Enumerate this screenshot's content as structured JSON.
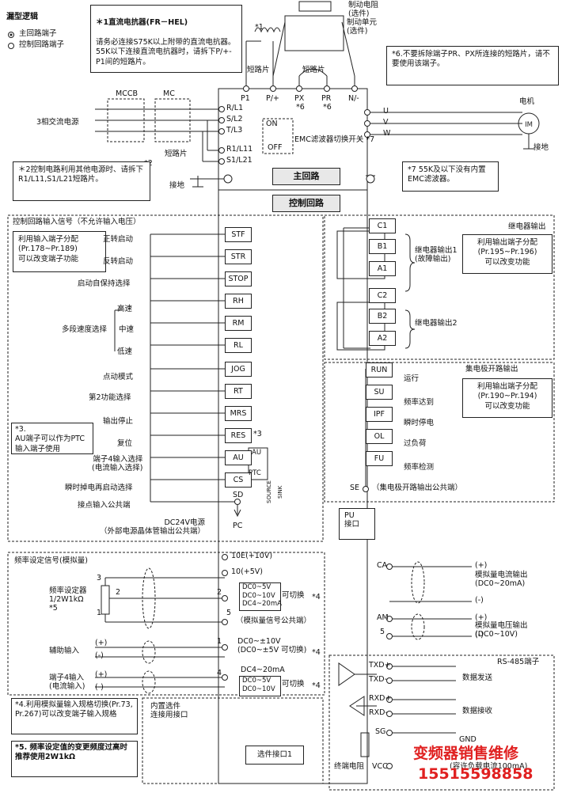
{
  "legend": {
    "title": "漏型逻辑",
    "main_terminal": "主回路端子",
    "control_terminal": "控制回路端子"
  },
  "top_notes": {
    "note1_title": "＊1直流电抗器(FR－HEL)",
    "note1_body": "请务必连接S75K以上附带的直流电抗器。\n55K以下连接直流电抗器时，请拆下P/+-P1间的短路片。",
    "brake_resistor": "制动电阻\n(选件)",
    "brake_unit": "制动单元\n(选件)",
    "note6": "*6.不要拆除端子PR、PX所连接的短路片，请不要使用该端子。"
  },
  "main_circuit": {
    "star1": "*1",
    "shorting_bar": "短路片",
    "shorting_bar2": "短路片",
    "p1": "P1",
    "p_plus": "P/+",
    "px": "PX",
    "pr": "PR",
    "n_minus": "N/-",
    "px_star": "*6",
    "pr_star": "*6",
    "mccb": "MCCB",
    "mc": "MC",
    "supply": "3相交流电源",
    "r": "R/L1",
    "s": "S/L2",
    "t": "T/L3",
    "r1": "R1/L11",
    "s1": "S1/L21",
    "short2": "短路片",
    "star2": "*2",
    "u": "U",
    "v": "V",
    "w": "W",
    "motor": "电机",
    "im": "IM",
    "ground": "接地",
    "ground2": "接地",
    "emc_on": "ON",
    "emc_off": "OFF",
    "emc_switch": "EMC滤波器切换开关 *7",
    "note2": "＊2控制电路利用其他电源时、请拆下R1/L11,S1/L21短路片。",
    "note7": "*7 55K及以下没有内置EMC滤波器。",
    "main_label": "主回路",
    "control_label": "控制回路"
  },
  "control_input": {
    "header": "控制回路输入信号（不允许输入电压）",
    "note": "利用输入端子分配\n(Pr.178~Pr.189)\n可以改变端子功能",
    "terminals": [
      "STF",
      "STR",
      "STOP",
      "RH",
      "RM",
      "RL",
      "JOG",
      "RT",
      "MRS",
      "RES",
      "AU",
      "CS",
      "SD"
    ],
    "labels": {
      "stf": "正转启动",
      "str": "反转启动",
      "stop": "启动自保持选择",
      "high": "高速",
      "mid": "中速",
      "low": "低速",
      "multi": "多段速度选择",
      "jog": "点动模式",
      "rt": "第2功能选择",
      "mrs": "输出停止",
      "res": "复位",
      "au": "端子4输入选择\n(电流输入选择)",
      "cs": "瞬时掉电再启动选择",
      "sd": "接点输入公共端"
    },
    "note3": "*3.\nAU端子可以作为PTC输入端子使用",
    "star3": "*3",
    "au_sw": "AU",
    "ptc_sw": "PTC",
    "source": "SOURCE",
    "sink": "SINK",
    "pc": "PC",
    "dc24": "DC24V电源\n（外部电源晶体管输出公共端）"
  },
  "relay": {
    "header": "继电器输出",
    "note": "利用输出端子分配\n(Pr.195~Pr.196)\n可以改变功能",
    "terminals": [
      "C1",
      "B1",
      "A1",
      "C2",
      "B2",
      "A2"
    ],
    "out1": "继电器输出1\n(故障输出)",
    "out2": "继电器输出2"
  },
  "open_collector": {
    "header": "集电极开路输出",
    "note": "利用输出端子分配\n(Pr.190~Pr.194)\n可以改变功能",
    "terminals": [
      "RUN",
      "SU",
      "IPF",
      "OL",
      "FU"
    ],
    "labels": [
      "运行",
      "频率达到",
      "瞬时停电",
      "过负荷",
      "频率检测"
    ],
    "se": "SE",
    "se_label": "（集电极开路输出公共端）"
  },
  "pu": {
    "label": "PU\n接口"
  },
  "analog_input": {
    "header": "频率设定信号(模拟量)",
    "pot": "频率设定器\n1/2W1kΩ\n*5",
    "pot_pins": [
      "3",
      "2",
      "1"
    ],
    "t10e": "10E(+10V)",
    "t10": "10(+5V)",
    "t2": "2",
    "t5": "5",
    "t1": "1",
    "t4": "4",
    "t2_range": "DC0~5V\nDC0~10V\nDC4~20mA",
    "t2_switch": "可切换",
    "star4a": "*4",
    "t5_label": "（模拟量信号公共端）",
    "aux": "辅助输入",
    "t1_range": "DC0~±10V\n(DC0~±5V 可切换)",
    "star4b": "*4",
    "t4_in": "端子4输入\n(电流输入)",
    "t4_range_top": "DC4~20mA",
    "t4_range": "DC0~5V\nDC0~10V",
    "t4_switch": "可切换",
    "star4c": "*4",
    "plus": "(+)",
    "minus": "(-)",
    "note4": "*4.利用模拟量输入规格切换(Pr.73, Pr.267)可以改变端子输入规格",
    "note5": "*5. 频率设定值的变更频度过高时推荐使用2W1kΩ"
  },
  "option": {
    "header": "内置选件\n连接用接口",
    "connector": "选件接口1"
  },
  "analog_output": {
    "ca": "CA",
    "ca_label": "模拟量电流输出\n(DC0~20mA)",
    "am": "AM",
    "am_label": "模拟量电压输出\n(DC0~10V)",
    "t5": "5",
    "plus": "(+)",
    "minus": "(-)"
  },
  "rs485": {
    "header": "RS-485端子",
    "txd_p": "TXD+",
    "txd_m": "TXD-",
    "rxd_p": "RXD+",
    "rxd_m": "RXD-",
    "sg": "SG",
    "gnd": "GND",
    "send": "数据发送",
    "recv": "数据接收",
    "vcc": "VCC",
    "term_resistor": "终端电阻",
    "vcc_note": "(容许负载电流100mA)"
  },
  "watermark": {
    "line1": "变频器销售维修",
    "line2": "15515598858",
    "color": "#e02020"
  }
}
